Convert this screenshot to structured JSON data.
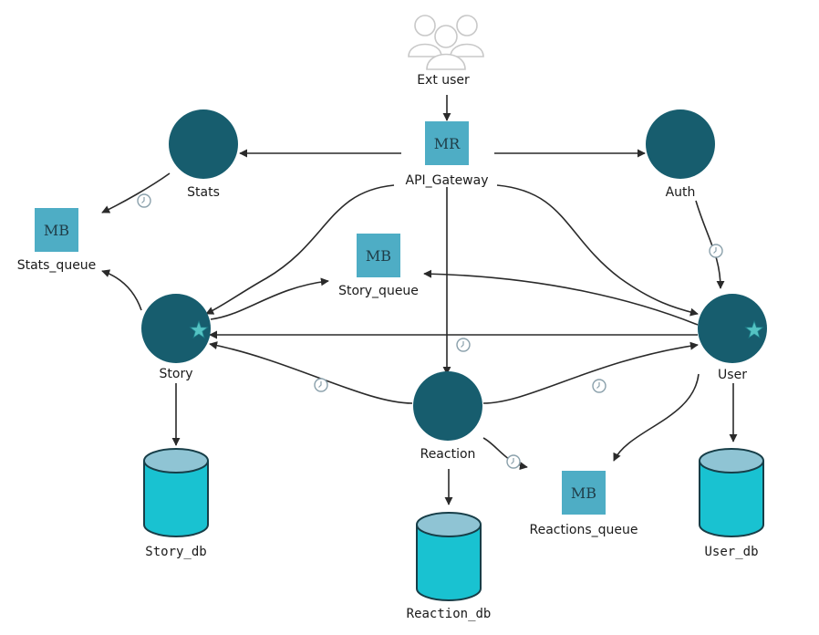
{
  "colors": {
    "service": "#175d6e",
    "broker": "#4eadc5",
    "db_body": "#19c2d1",
    "db_top": "#8fc4d4",
    "edge": "#2a2a2a",
    "star": "#54c3c3",
    "clock": "#8aa0ab",
    "user_icon": "#c8c8c8"
  },
  "external": {
    "name": "Ext user",
    "icon": "users-icon"
  },
  "gateway": {
    "name": "API_Gateway",
    "badge": "MR"
  },
  "services": {
    "stats": "Stats",
    "auth": "Auth",
    "story": "Story",
    "user": "User",
    "reaction": "Reaction"
  },
  "brokers": {
    "stats_queue": {
      "name": "Stats_queue",
      "badge": "MB"
    },
    "story_queue": {
      "name": "Story_queue",
      "badge": "MB"
    },
    "reactions_queue": {
      "name": "Reactions_queue",
      "badge": "MB"
    }
  },
  "databases": {
    "story_db": "Story_db",
    "reaction_db": "Reaction_db",
    "user_db": "User_db"
  }
}
